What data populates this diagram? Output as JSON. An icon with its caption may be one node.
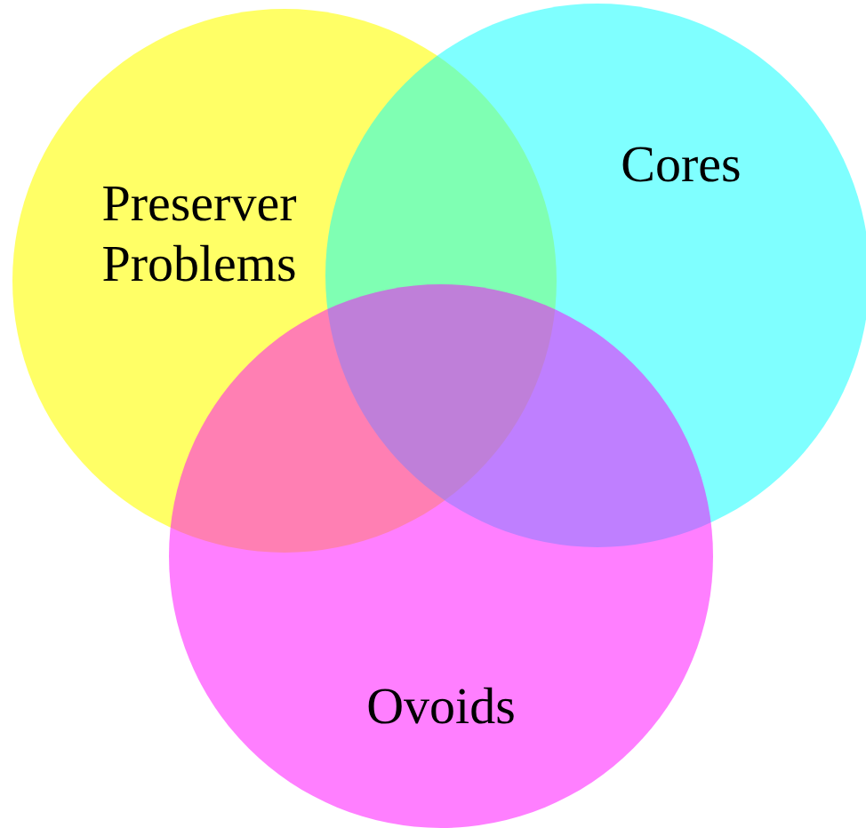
{
  "diagram": {
    "nodes": [
      {
        "text": [
          "Preserver Problems"
        ]
      },
      {
        "text": [
          "Cores"
        ]
      },
      {
        "text": [
          "Ovoids"
        ]
      }
    ]
  }
}
